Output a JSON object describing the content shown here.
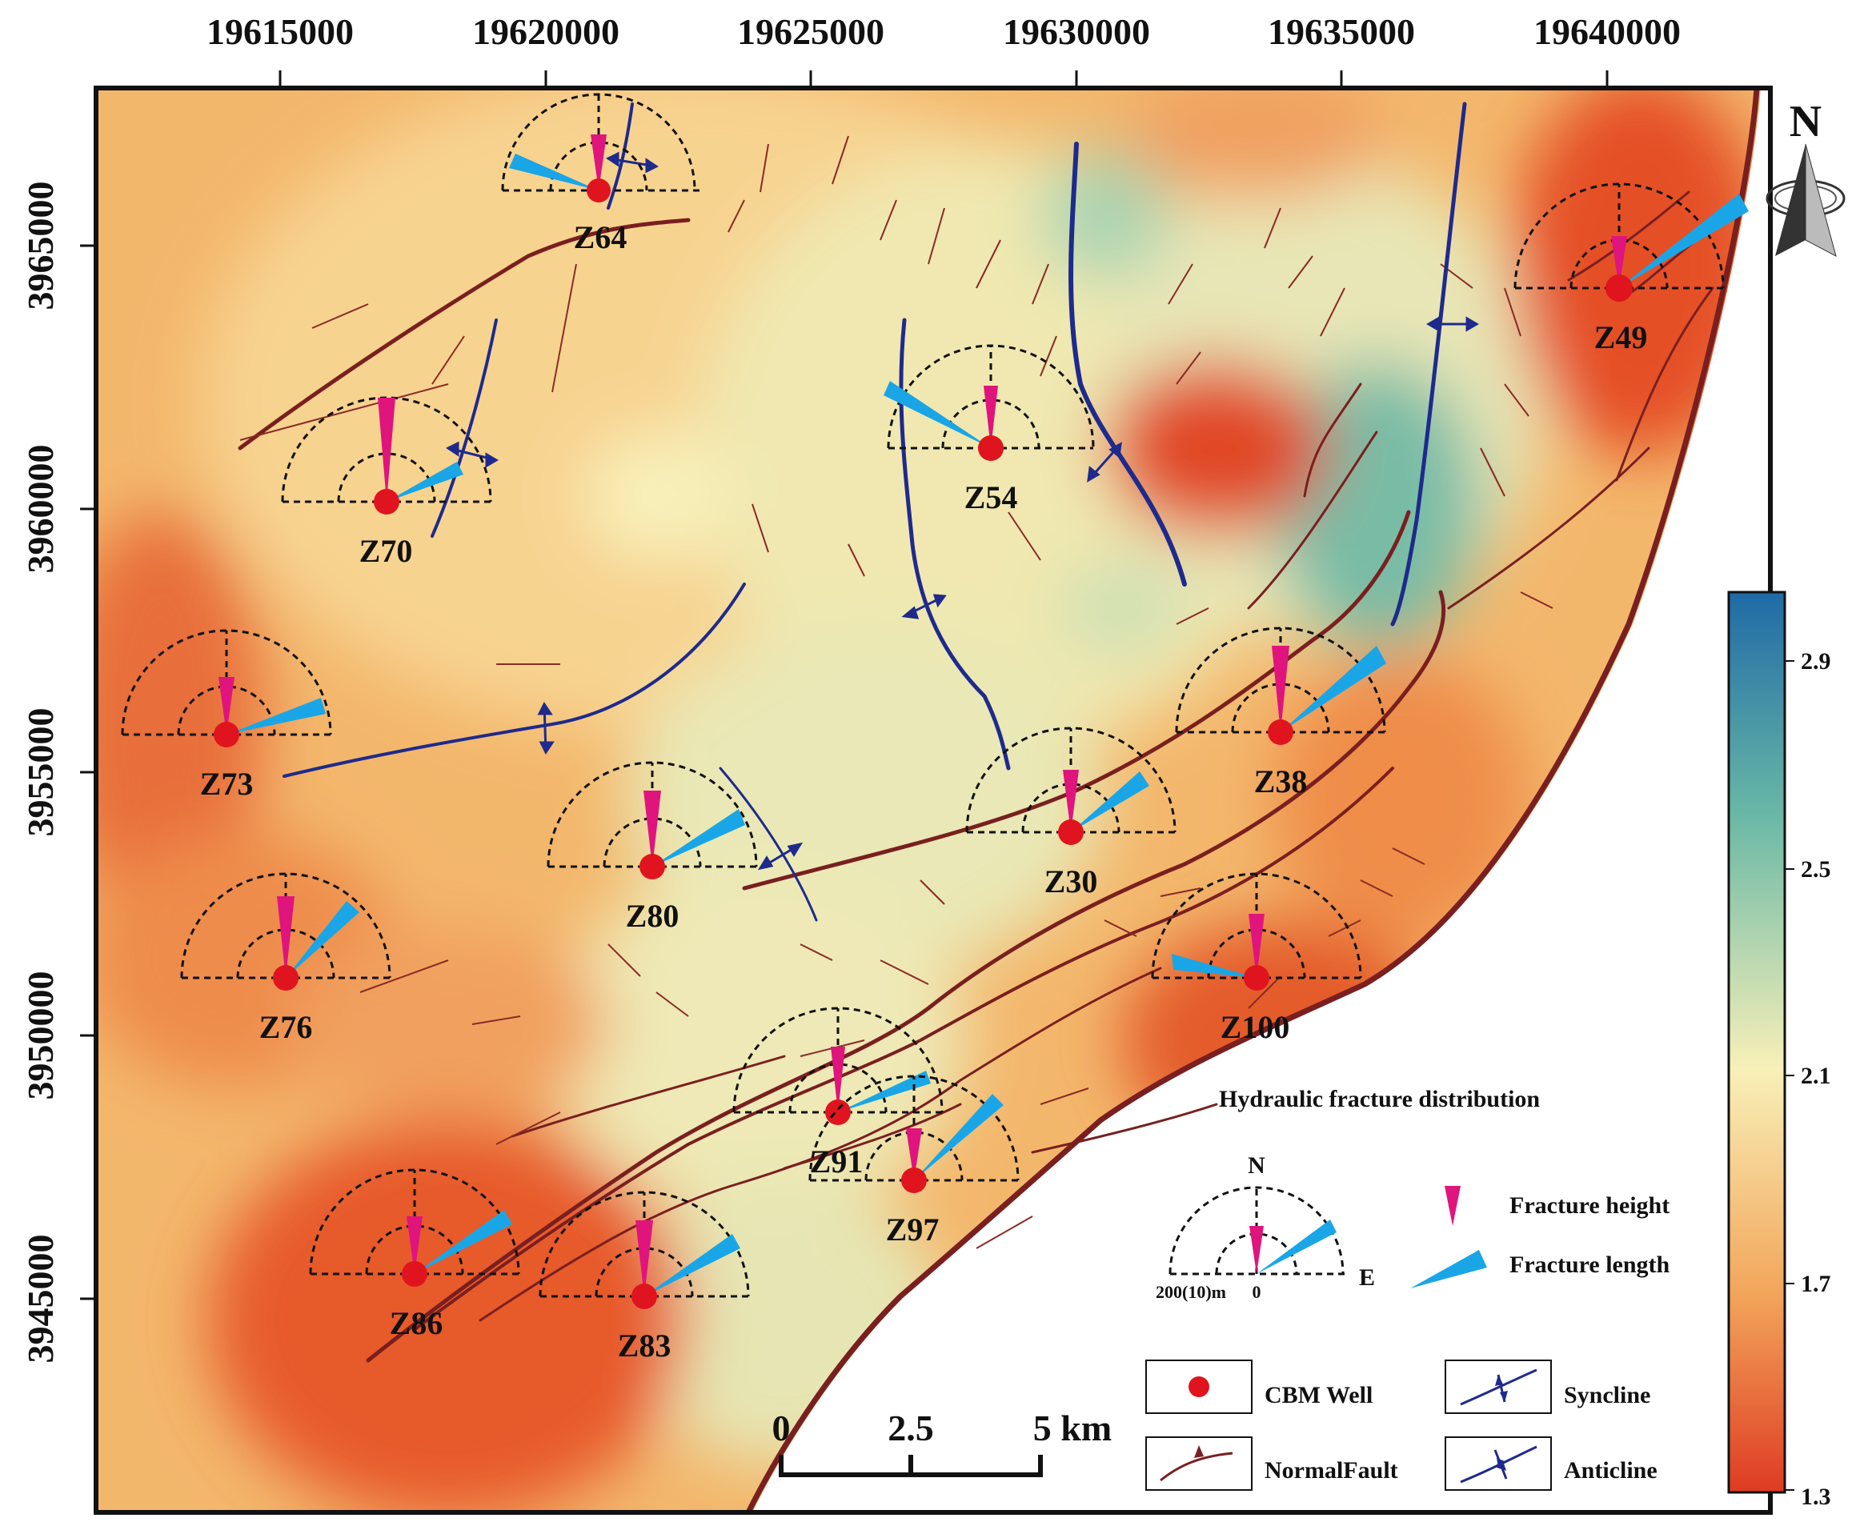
{
  "x_ticks": [
    "19615000",
    "19620000",
    "19625000",
    "19630000",
    "19635000",
    "19640000"
  ],
  "y_ticks": [
    "3965000",
    "3960000",
    "3955000",
    "3950000",
    "3945000"
  ],
  "north_label": "N",
  "wells": [
    "Z64",
    "Z49",
    "Z70",
    "Z54",
    "Z73",
    "Z38",
    "Z30",
    "Z80",
    "Z76",
    "Z100",
    "Z91",
    "Z97",
    "Z86",
    "Z83"
  ],
  "colorbar": {
    "ticks": [
      "2.9",
      "2.5",
      "2.1",
      "1.7",
      "1.3"
    ],
    "colors": [
      "#1f6aa6",
      "#6ab9a6",
      "#f8f0b8",
      "#f2a55a",
      "#de3b22"
    ]
  },
  "fracture_legend": {
    "title": "Hydraulic fracture distribution",
    "north": "N",
    "east": "E",
    "scale_text": "200(10)m",
    "zero": "0",
    "height_label": "Fracture height",
    "length_label": "Fracture length"
  },
  "legend": {
    "cbm_well": "CBM  Well",
    "syncline": "Syncline",
    "normal_fault": "NormalFault",
    "anticline": "Anticline"
  },
  "scale_bar": {
    "labels": [
      "0",
      "2.5",
      "5 km"
    ]
  },
  "colors": {
    "fracture_height": "#e0147d",
    "fracture_length": "#1aa6e6",
    "well": "#e0141e",
    "fault": "#7a1f1f",
    "fold": "#1e2a8c"
  }
}
